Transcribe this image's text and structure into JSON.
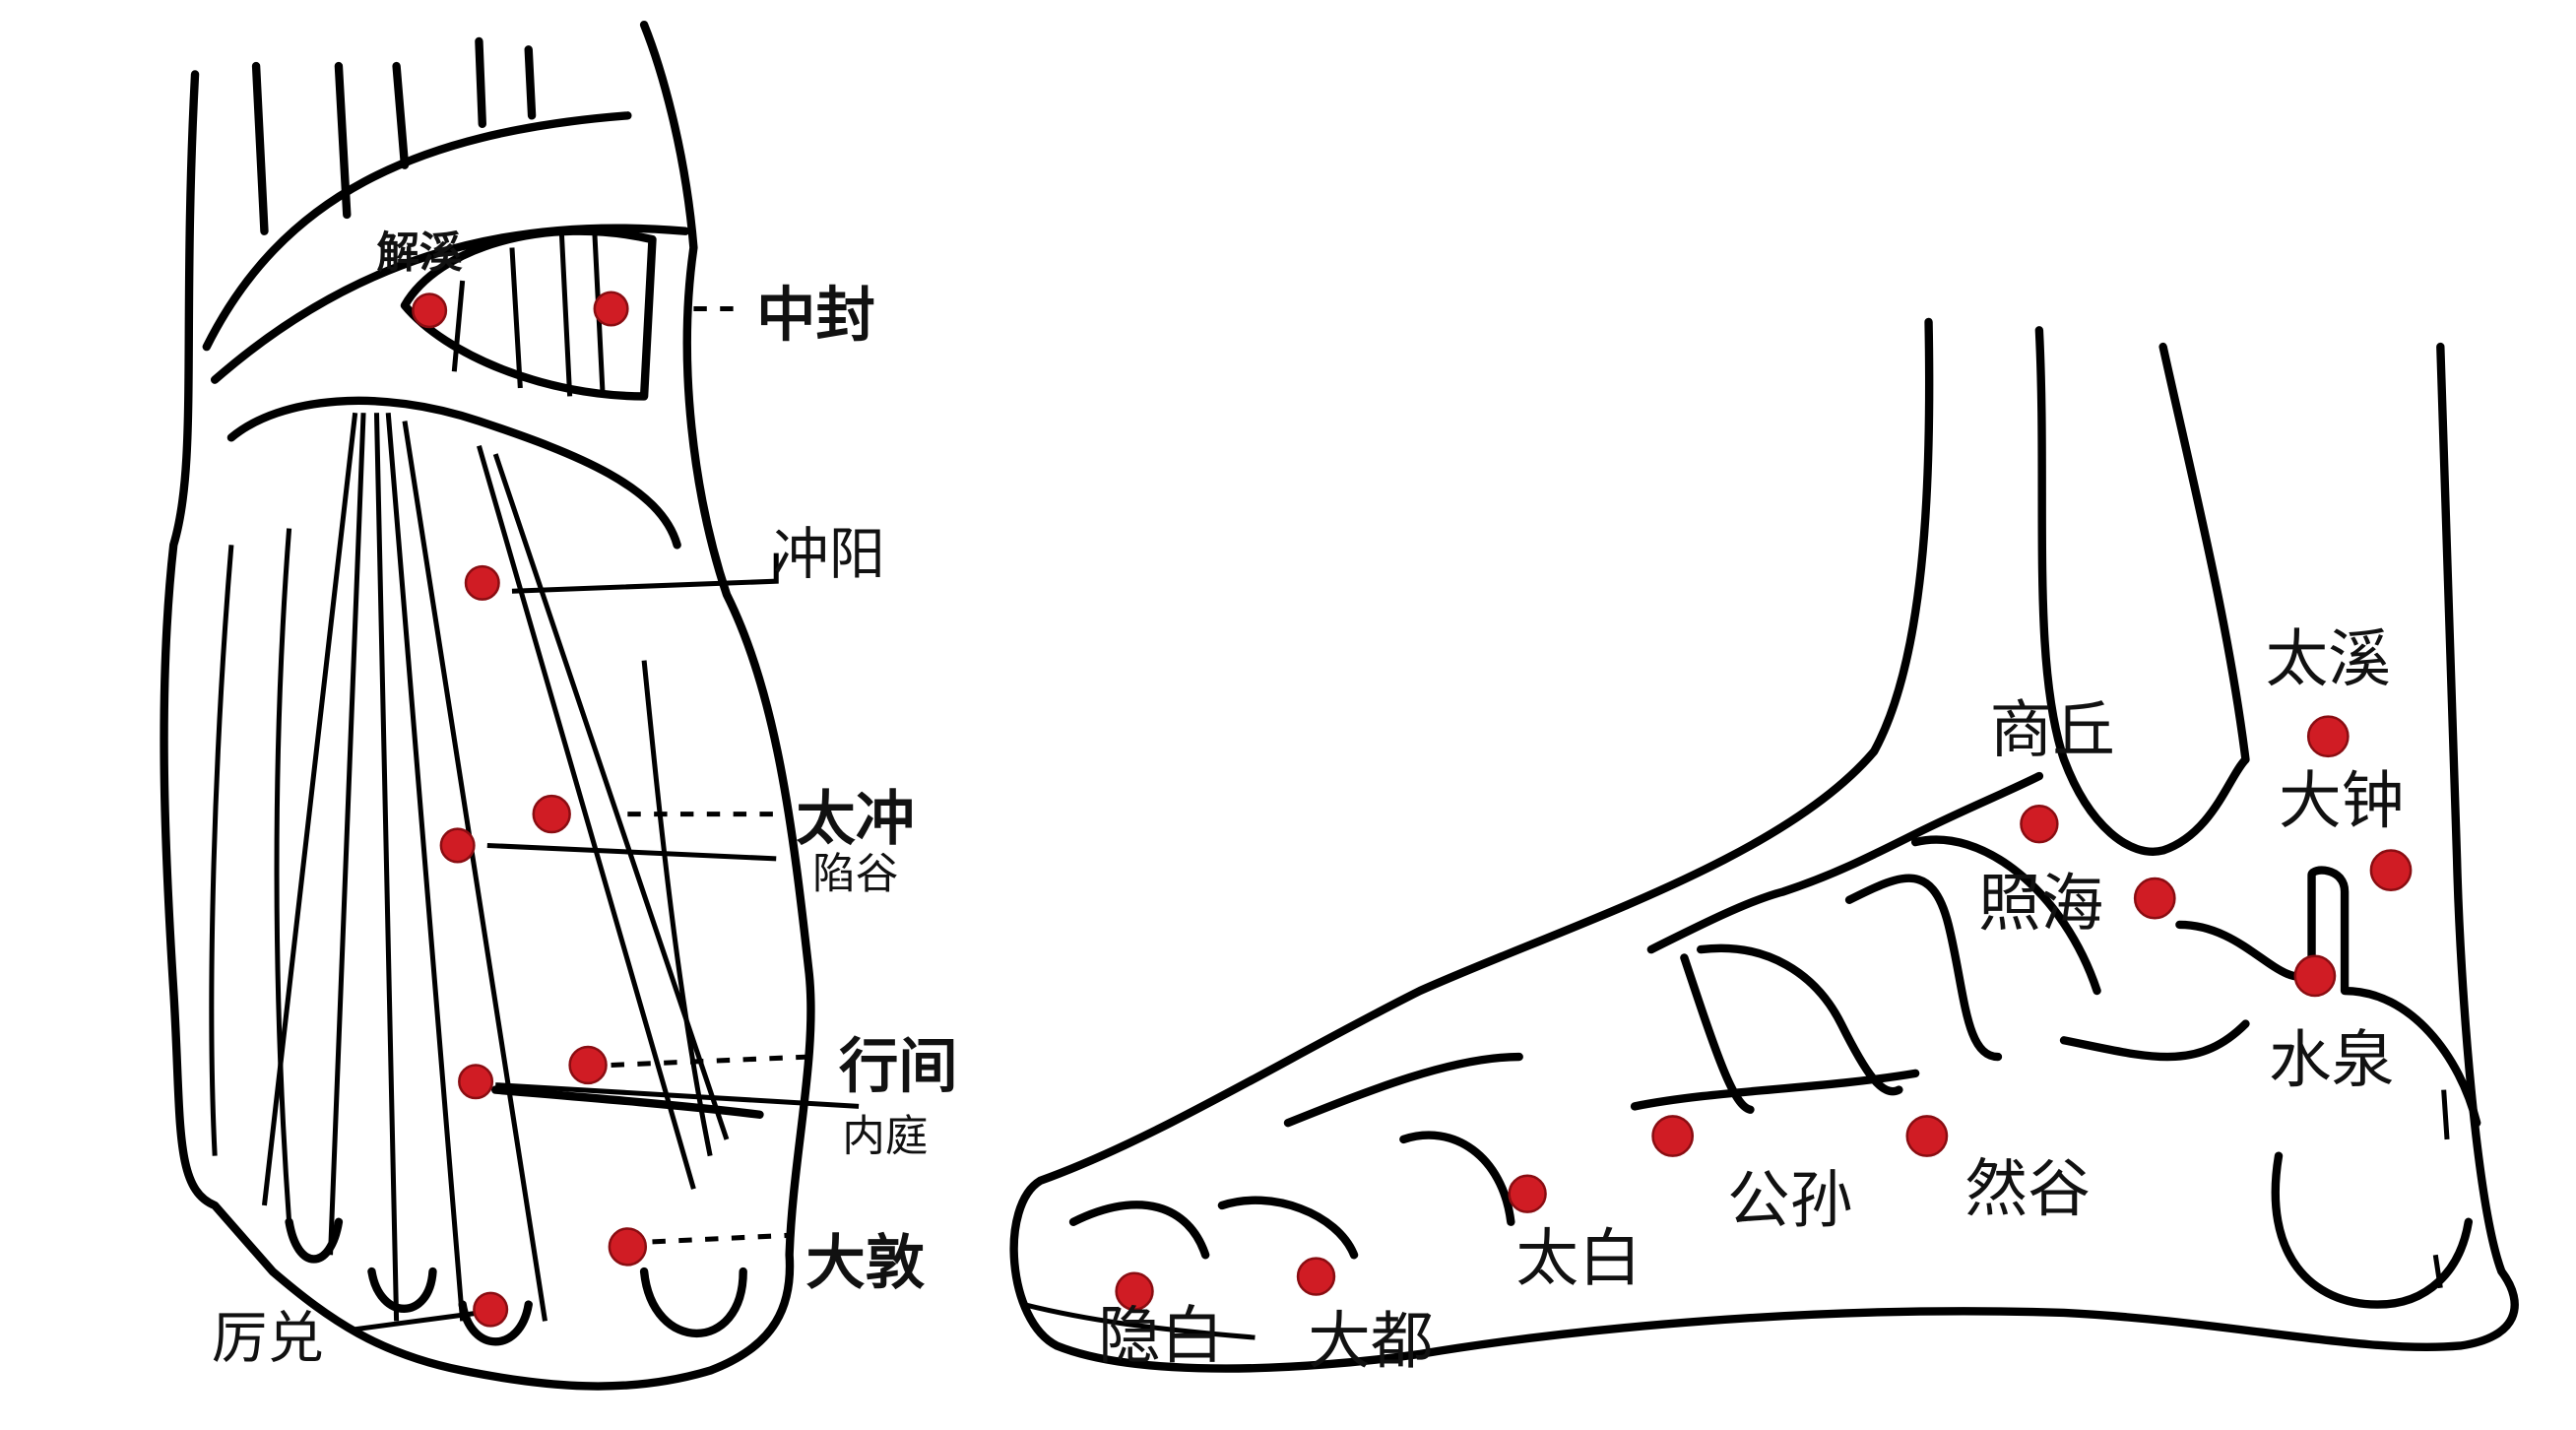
{
  "colors": {
    "point": "#d01c24",
    "line": "#000000"
  },
  "dorsal_foot": {
    "points": [
      {
        "id": "jiexi",
        "label": "解溪"
      },
      {
        "id": "zhongfeng",
        "label": "中封"
      },
      {
        "id": "chongyang",
        "label": "冲阳"
      },
      {
        "id": "taichong",
        "label": "太冲"
      },
      {
        "id": "xiangu",
        "label": "陷谷"
      },
      {
        "id": "xingjian",
        "label": "行间"
      },
      {
        "id": "neiting",
        "label": "内庭"
      },
      {
        "id": "dadun",
        "label": "大敦"
      },
      {
        "id": "lidui",
        "label": "厉兑"
      }
    ]
  },
  "medial_foot": {
    "points": [
      {
        "id": "shangqiu",
        "label": "商丘"
      },
      {
        "id": "taixi",
        "label": "太溪"
      },
      {
        "id": "dazhong",
        "label": "大钟"
      },
      {
        "id": "zhaohai",
        "label": "照海"
      },
      {
        "id": "shuiquan",
        "label": "水泉"
      },
      {
        "id": "gongsun",
        "label": "公孙"
      },
      {
        "id": "rangu",
        "label": "然谷"
      },
      {
        "id": "taibai",
        "label": "太白"
      },
      {
        "id": "yinbai",
        "label": "隐白"
      },
      {
        "id": "dadu",
        "label": "大都"
      }
    ]
  }
}
